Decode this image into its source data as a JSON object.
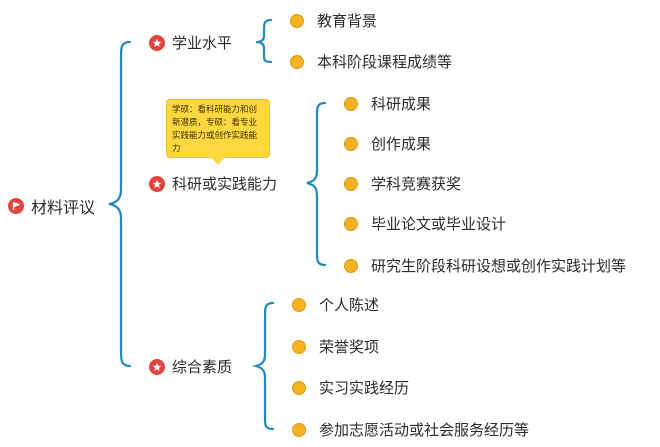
{
  "colors": {
    "bracket": "#1f88b8",
    "root_icon": "#e0443d",
    "branch_icon": "#e0443d",
    "leaf_dot": "#f5b323",
    "note_bg": "#ffd740"
  },
  "icons": {
    "root": "flag-icon",
    "branch": "star-icon",
    "leaf": "dot-icon"
  },
  "root": {
    "label": "材料评议"
  },
  "branches": [
    {
      "label": "学业水平",
      "leaves": [
        "教育背景",
        "本科阶段课程成绩等"
      ]
    },
    {
      "label": "科研或实践能力",
      "leaves": [
        "科研成果",
        "创作成果",
        "学科竞赛获奖",
        "毕业论文或毕业设计",
        "研究生阶段科研设想或创作实践计划等"
      ]
    },
    {
      "label": "综合素质",
      "leaves": [
        "个人陈述",
        "荣誉奖项",
        "实习实践经历",
        "参加志愿活动或社会服务经历等"
      ]
    }
  ],
  "note": {
    "text": "学硕：看科研能力和创新潜质，专硕：看专业实践能力或创作实践能力"
  }
}
